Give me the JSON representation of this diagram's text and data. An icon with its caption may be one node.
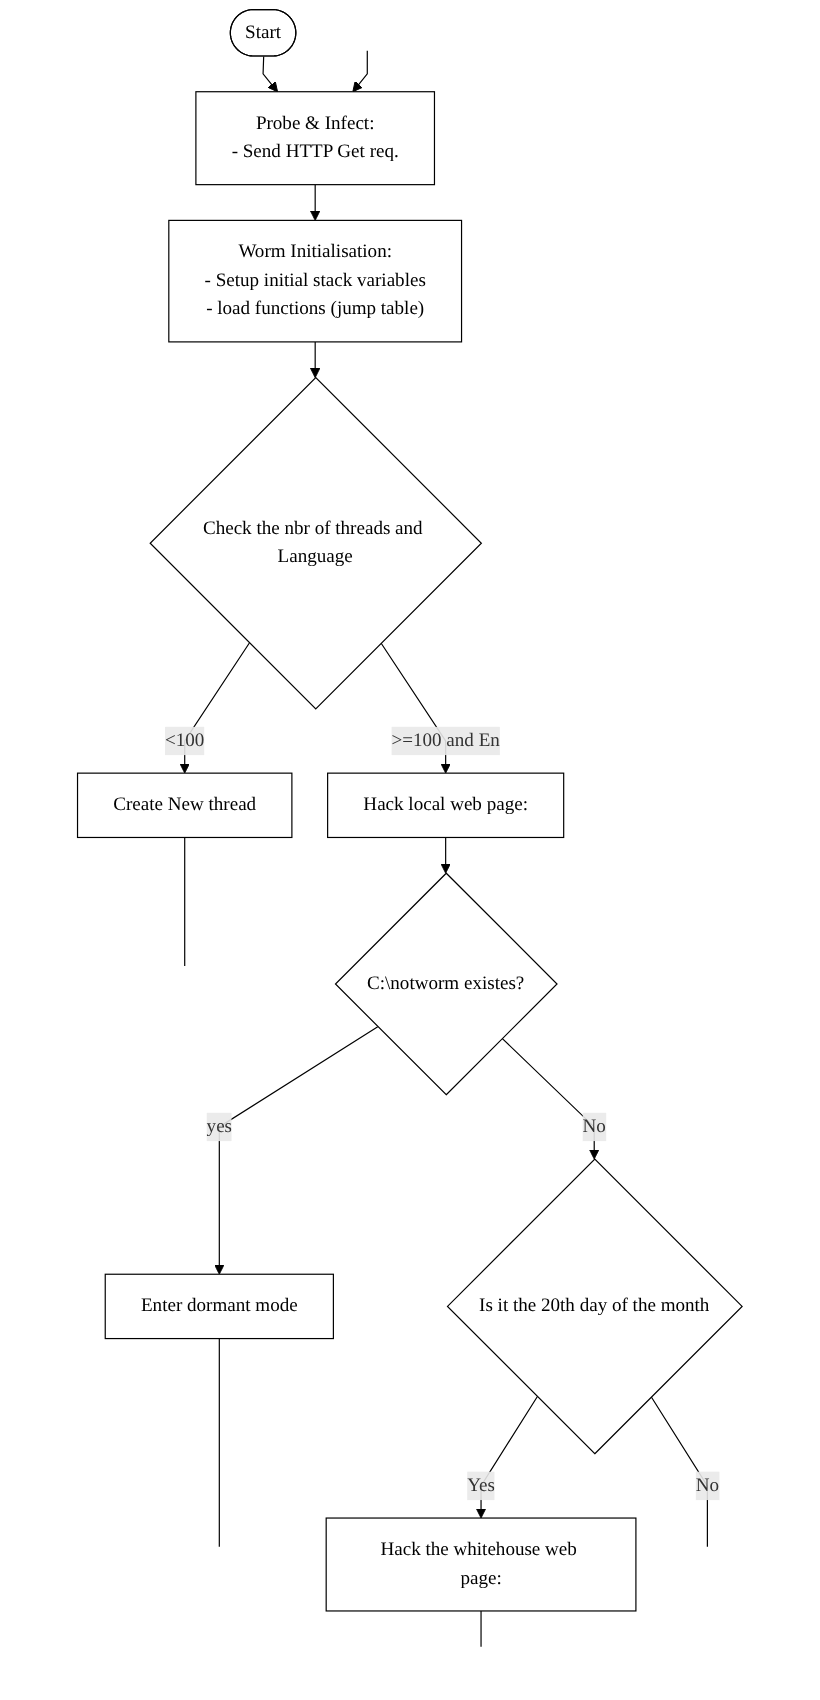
{
  "diagram": {
    "nodes": [
      {
        "text": [
          "Start"
        ]
      },
      {
        "text": [
          "Probe & Infect:",
          "- Send HTTP Get req."
        ]
      },
      {
        "text": [
          "Worm Initialisation:",
          "- Setup initial stack variables",
          "- load functions (jump table)"
        ]
      },
      {
        "text": [
          "Check the nbr of threads and Language"
        ]
      },
      {
        "text": [
          "Create New thread"
        ]
      },
      {
        "text": [
          "Hack local web page:"
        ]
      },
      {
        "text": [
          "C:\\notworm existes?"
        ]
      },
      {
        "text": [
          "Enter dormant mode"
        ]
      },
      {
        "text": [
          "Is it the 20th day of the month"
        ]
      },
      {
        "text": [
          "Hack the whitehouse web page:"
        ]
      }
    ],
    "edges": [
      {
        "from": 0,
        "to": 1,
        "arrow": "to"
      },
      {
        "from": 1,
        "to": 2,
        "arrow": "to"
      },
      {
        "from": 2,
        "to": 3,
        "arrow": "to"
      },
      {
        "from": 3,
        "to": 4,
        "label": "<100",
        "arrow": "to"
      },
      {
        "from": 3,
        "to": 5,
        "label": ">=100 and En",
        "arrow": "to"
      },
      {
        "from": 5,
        "to": 6,
        "arrow": "to"
      },
      {
        "from": 6,
        "to": 7,
        "label": "yes",
        "arrow": "to"
      },
      {
        "from": 6,
        "to": 8,
        "label": "No",
        "arrow": "to"
      },
      {
        "from": 8,
        "to": 9,
        "label": "Yes",
        "arrow": "to"
      },
      {
        "from": null,
        "to": 1,
        "arrow": "to"
      },
      {
        "from": 4,
        "to": null,
        "arrow": "none"
      },
      {
        "from": 7,
        "to": null,
        "arrow": "none"
      },
      {
        "from": 8,
        "to": null,
        "label": "No",
        "arrow": "none"
      },
      {
        "from": 9,
        "to": null,
        "arrow": "none"
      }
    ]
  }
}
